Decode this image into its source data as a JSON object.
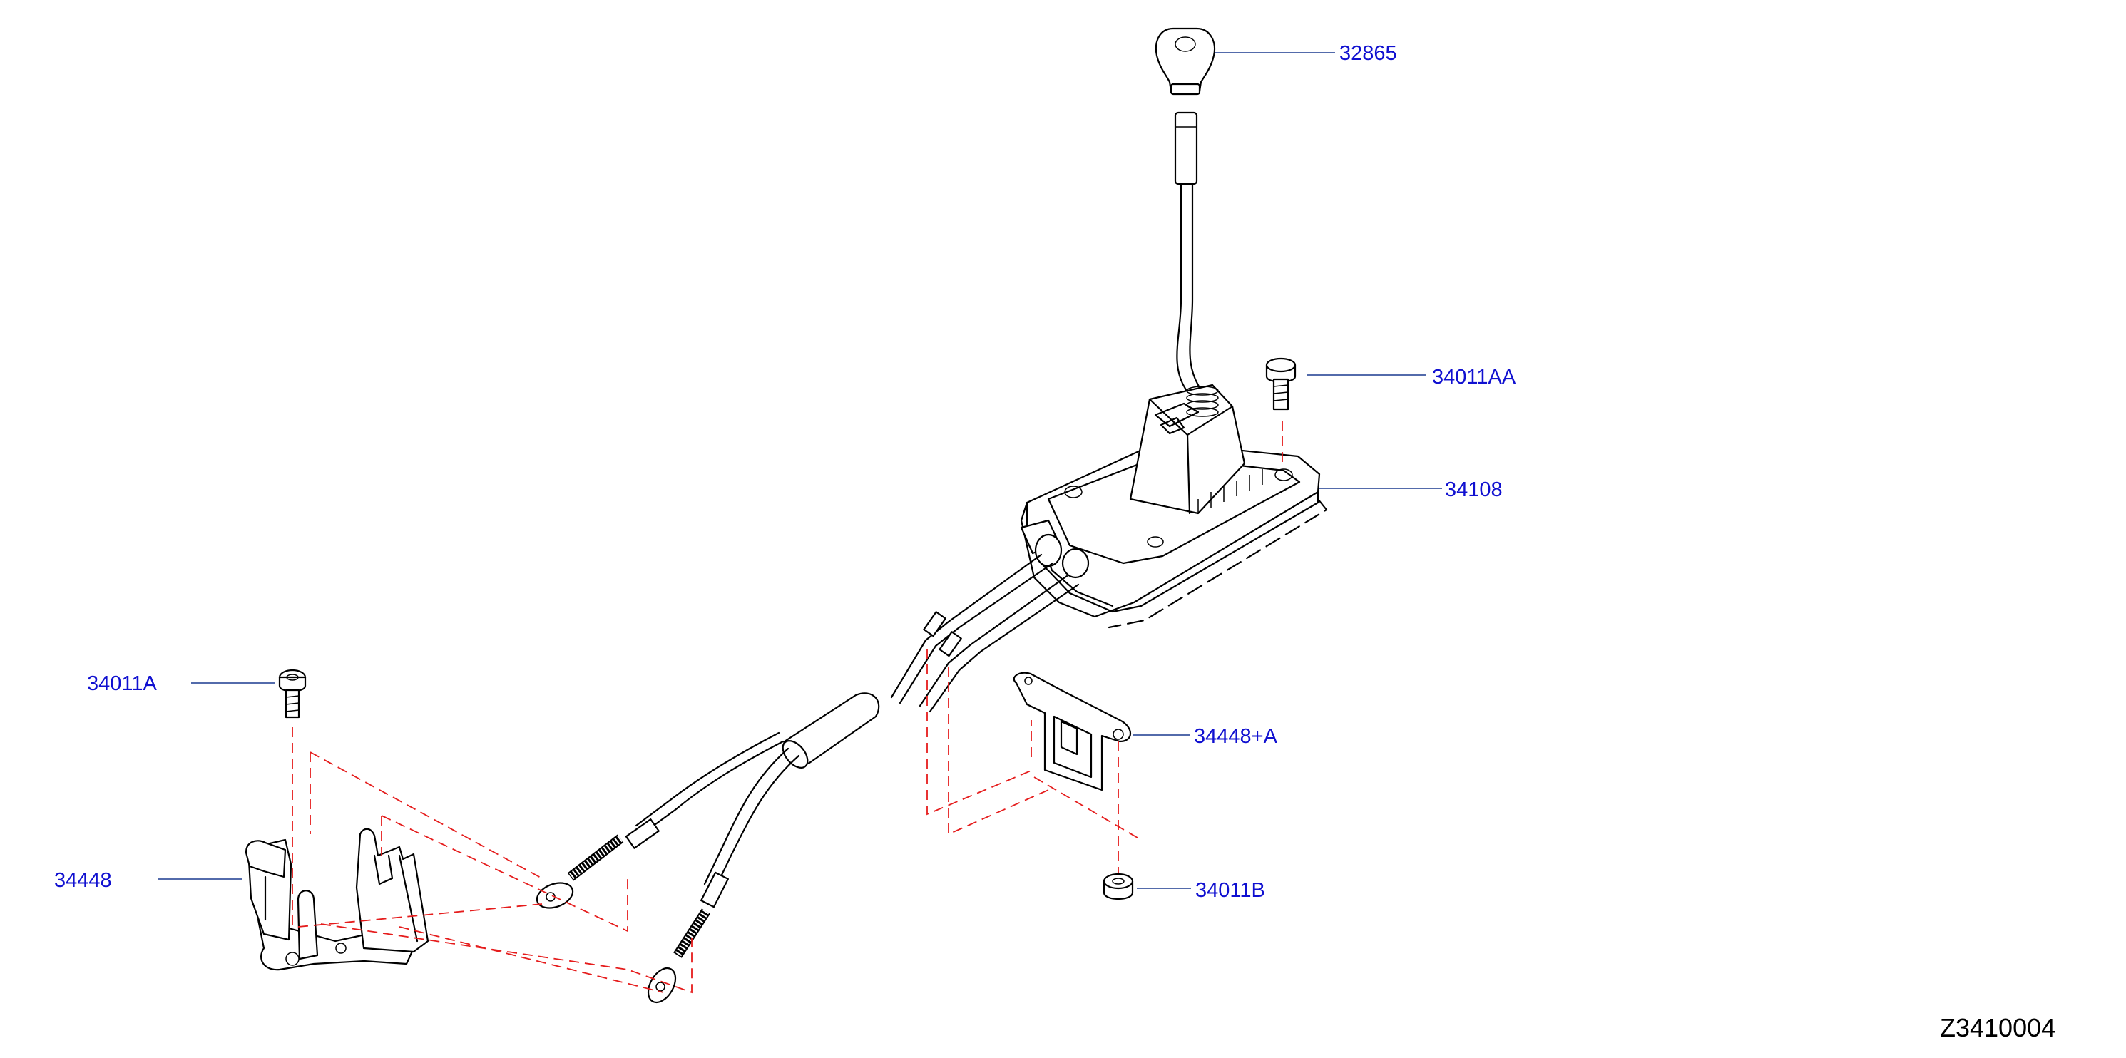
{
  "callouts": {
    "knob": "32865",
    "bolt_top": "34011AA",
    "control_device": "34108",
    "bolt_left": "34011A",
    "bracket_right": "34448+A",
    "nut": "34011B",
    "bracket_left": "34448"
  },
  "drawing_number": "Z3410004",
  "colors": {
    "callout_text": "#1010d0",
    "leader_line": "#1a3a8f",
    "phantom_line": "#e51c1c",
    "part_line": "#000000"
  }
}
